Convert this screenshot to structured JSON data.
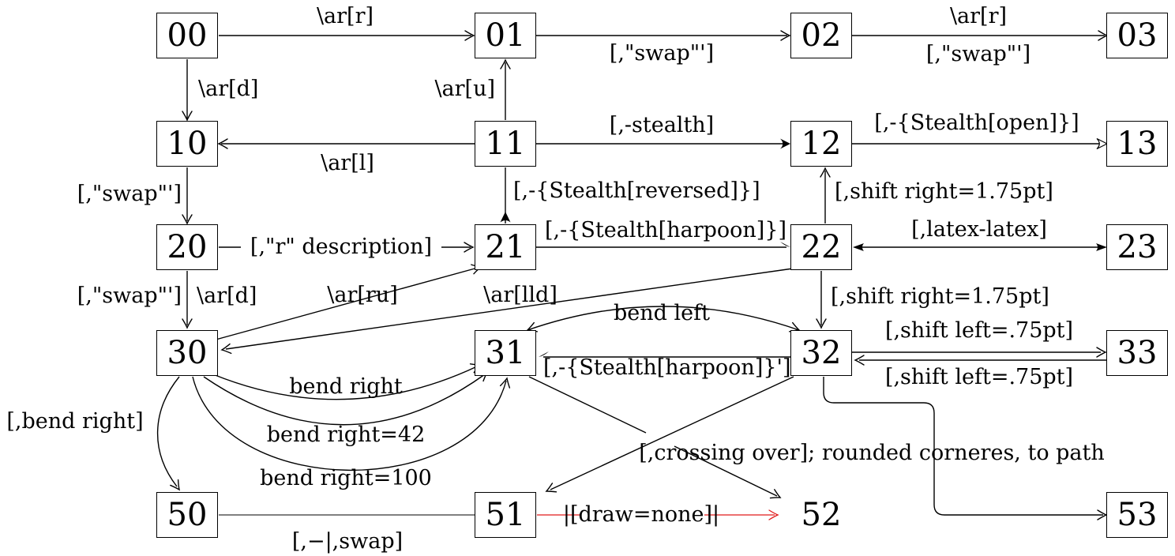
{
  "palette": {
    "ink": "#000000",
    "accent_red": "#e01b1b",
    "paper": "#ffffff"
  },
  "nodes": [
    {
      "id": "00",
      "label": "00",
      "row": 0,
      "col": 0,
      "boxed": true
    },
    {
      "id": "01",
      "label": "01",
      "row": 0,
      "col": 1,
      "boxed": true
    },
    {
      "id": "02",
      "label": "02",
      "row": 0,
      "col": 2,
      "boxed": true
    },
    {
      "id": "03",
      "label": "03",
      "row": 0,
      "col": 3,
      "boxed": true
    },
    {
      "id": "10",
      "label": "10",
      "row": 1,
      "col": 0,
      "boxed": true
    },
    {
      "id": "11",
      "label": "11",
      "row": 1,
      "col": 1,
      "boxed": true
    },
    {
      "id": "12",
      "label": "12",
      "row": 1,
      "col": 2,
      "boxed": true
    },
    {
      "id": "13",
      "label": "13",
      "row": 1,
      "col": 3,
      "boxed": true
    },
    {
      "id": "20",
      "label": "20",
      "row": 2,
      "col": 0,
      "boxed": true
    },
    {
      "id": "21",
      "label": "21",
      "row": 2,
      "col": 1,
      "boxed": true
    },
    {
      "id": "22",
      "label": "22",
      "row": 2,
      "col": 2,
      "boxed": true
    },
    {
      "id": "23",
      "label": "23",
      "row": 2,
      "col": 3,
      "boxed": true
    },
    {
      "id": "30",
      "label": "30",
      "row": 3,
      "col": 0,
      "boxed": true
    },
    {
      "id": "31",
      "label": "31",
      "row": 3,
      "col": 1,
      "boxed": true
    },
    {
      "id": "32",
      "label": "32",
      "row": 3,
      "col": 2,
      "boxed": true
    },
    {
      "id": "33",
      "label": "33",
      "row": 3,
      "col": 3,
      "boxed": true
    },
    {
      "id": "50",
      "label": "50",
      "row": 5,
      "col": 0,
      "boxed": true
    },
    {
      "id": "51",
      "label": "51",
      "row": 5,
      "col": 1,
      "boxed": true
    },
    {
      "id": "52",
      "label": "52",
      "row": 5,
      "col": 2,
      "boxed": false
    },
    {
      "id": "53",
      "label": "53",
      "row": 5,
      "col": 3,
      "boxed": true
    }
  ],
  "edge_labels": [
    {
      "id": "ar-r-00-01",
      "text": "\\ar[r]"
    },
    {
      "id": "swap-01-02",
      "text": "[,\"swap\"']"
    },
    {
      "id": "ar-r-02-03",
      "text": "\\ar[r]"
    },
    {
      "id": "swap-02-03",
      "text": "[,\"swap\"']"
    },
    {
      "id": "ar-d-00-10",
      "text": "\\ar[d]"
    },
    {
      "id": "ar-u-11-01",
      "text": "\\ar[u]"
    },
    {
      "id": "ar-l-11-10",
      "text": "\\ar[l]"
    },
    {
      "id": "stealth-11-12",
      "text": "[,-stealth]"
    },
    {
      "id": "stealth-open-12-13",
      "text": "[,-{Stealth[open]}]"
    },
    {
      "id": "swap-10-20",
      "text": "[,\"swap\"']"
    },
    {
      "id": "stealth-reversed-21-11",
      "text": "[,-{Stealth[reversed]}]"
    },
    {
      "id": "shift-right-22-12",
      "text": "[,shift right=1.75pt]"
    },
    {
      "id": "r-description-20-21",
      "text": "[,\"r\" description]"
    },
    {
      "id": "stealth-harpoon-21-22",
      "text": "[,-{Stealth[harpoon]}]"
    },
    {
      "id": "latex-latex-22-23",
      "text": "[,latex-latex]"
    },
    {
      "id": "swap-20-30",
      "text": "[,\"swap\"']"
    },
    {
      "id": "ar-d-20-30",
      "text": "\\ar[d]"
    },
    {
      "id": "ar-ru-30-21",
      "text": "\\ar[ru]"
    },
    {
      "id": "ar-lld-22-30",
      "text": "\\ar[lld]"
    },
    {
      "id": "shift-right-22-32",
      "text": "[,shift right=1.75pt]"
    },
    {
      "id": "bend-left-31-32",
      "text": "bend left"
    },
    {
      "id": "stealth-harpoon-32-31",
      "text": "[,-{Stealth[harpoon]}']"
    },
    {
      "id": "shift-left-32-33",
      "text": "[,shift left=.75pt]"
    },
    {
      "id": "shift-left-33-32",
      "text": "[,shift left=.75pt]"
    },
    {
      "id": "bend-right-30-31",
      "text": "bend right"
    },
    {
      "id": "bend-right-30-50",
      "text": "[,bend right]"
    },
    {
      "id": "bend-right-42",
      "text": "bend right=42"
    },
    {
      "id": "bend-right-100",
      "text": "bend right=100"
    },
    {
      "id": "crossing-over",
      "text": "[,crossing over]; rounded corneres, to path"
    },
    {
      "id": "bar-swap-50-51",
      "text": "[,−|,swap]"
    },
    {
      "id": "draw-none-51-52",
      "text": "|[draw=none]|"
    }
  ]
}
